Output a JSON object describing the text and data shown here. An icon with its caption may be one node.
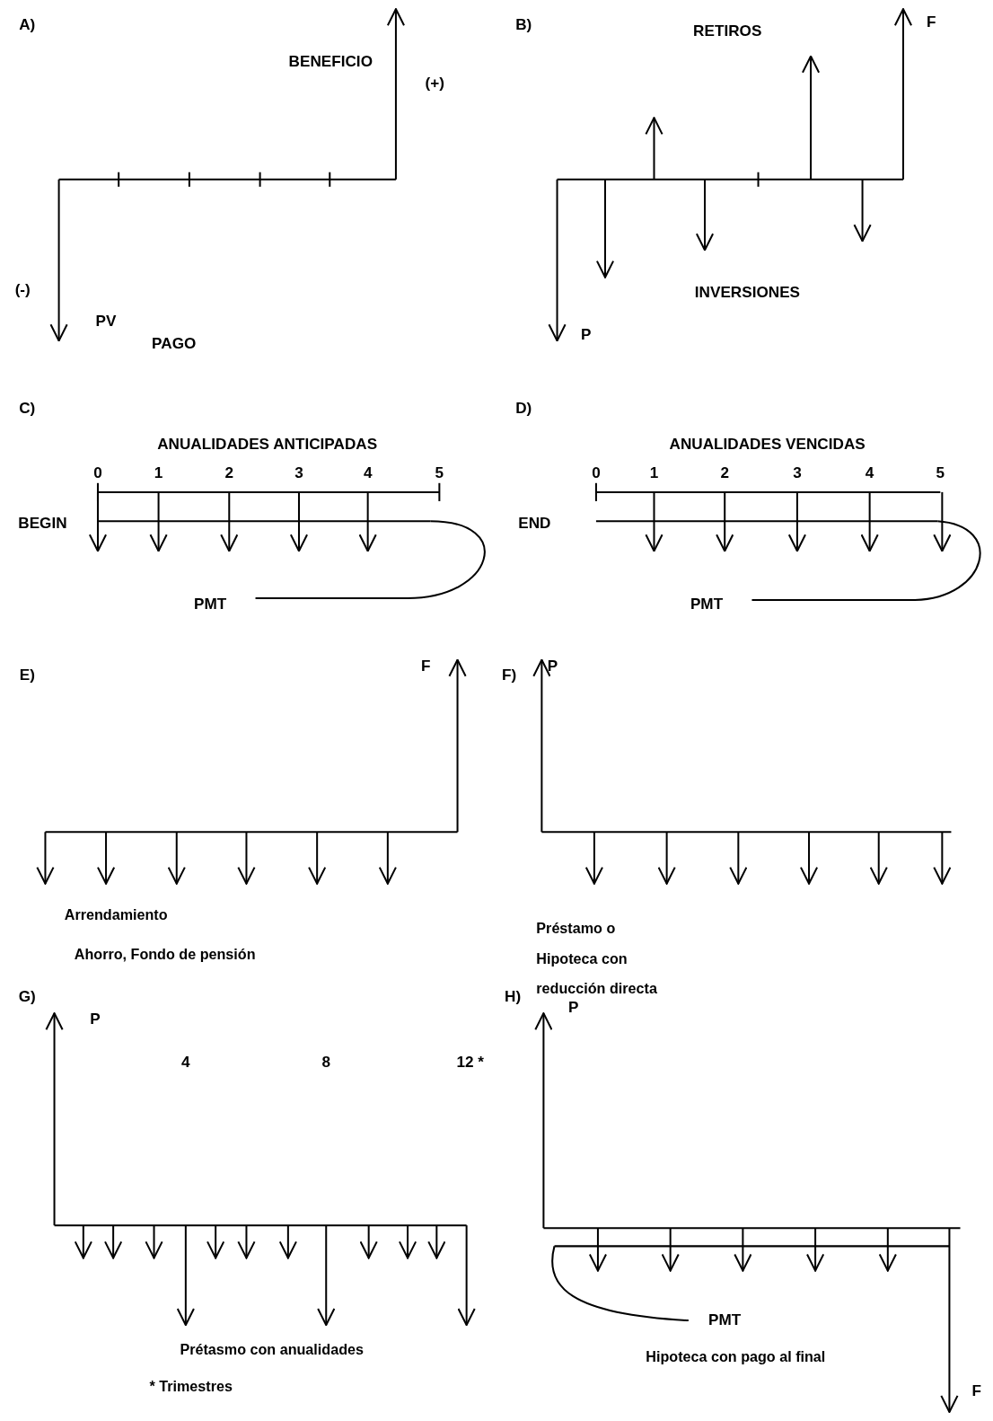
{
  "diagram": {
    "nodes": [
      {
        "text": [
          "PMT"
        ]
      },
      {
        "text": [
          "PMT"
        ]
      },
      {
        "text": [
          "PMT"
        ]
      }
    ],
    "edges": [
      {
        "from": 0,
        "to": null,
        "arrow": "none"
      },
      {
        "from": 1,
        "to": null,
        "arrow": "none"
      },
      {
        "from": 2,
        "to": null,
        "arrow": "none"
      }
    ],
    "labels": [
      "A)",
      "BENEFICIO",
      "(+)",
      "(-)",
      "PV",
      "PAGO",
      "B)",
      "RETIROS",
      "F",
      "INVERSIONES",
      "P",
      "C)",
      "ANUALIDADES ANTICIPADAS",
      "0",
      "1",
      "2",
      "3",
      "4",
      "5",
      "BEGIN",
      "D)",
      "ANUALIDADES VENCIDAS",
      "0",
      "1",
      "2",
      "3",
      "4",
      "5",
      "END",
      "E)",
      "F",
      "Arrendamiento",
      "Ahorro, Fondo de pensión",
      "F)",
      "P",
      "Préstamo o Hipoteca con reducción directa",
      "G)",
      "P",
      "4",
      "8",
      "12 *",
      "Prétasmo con anualidades",
      "* Trimestres",
      "H)",
      "P",
      "Hipoteca con pago al final",
      "F"
    ]
  }
}
